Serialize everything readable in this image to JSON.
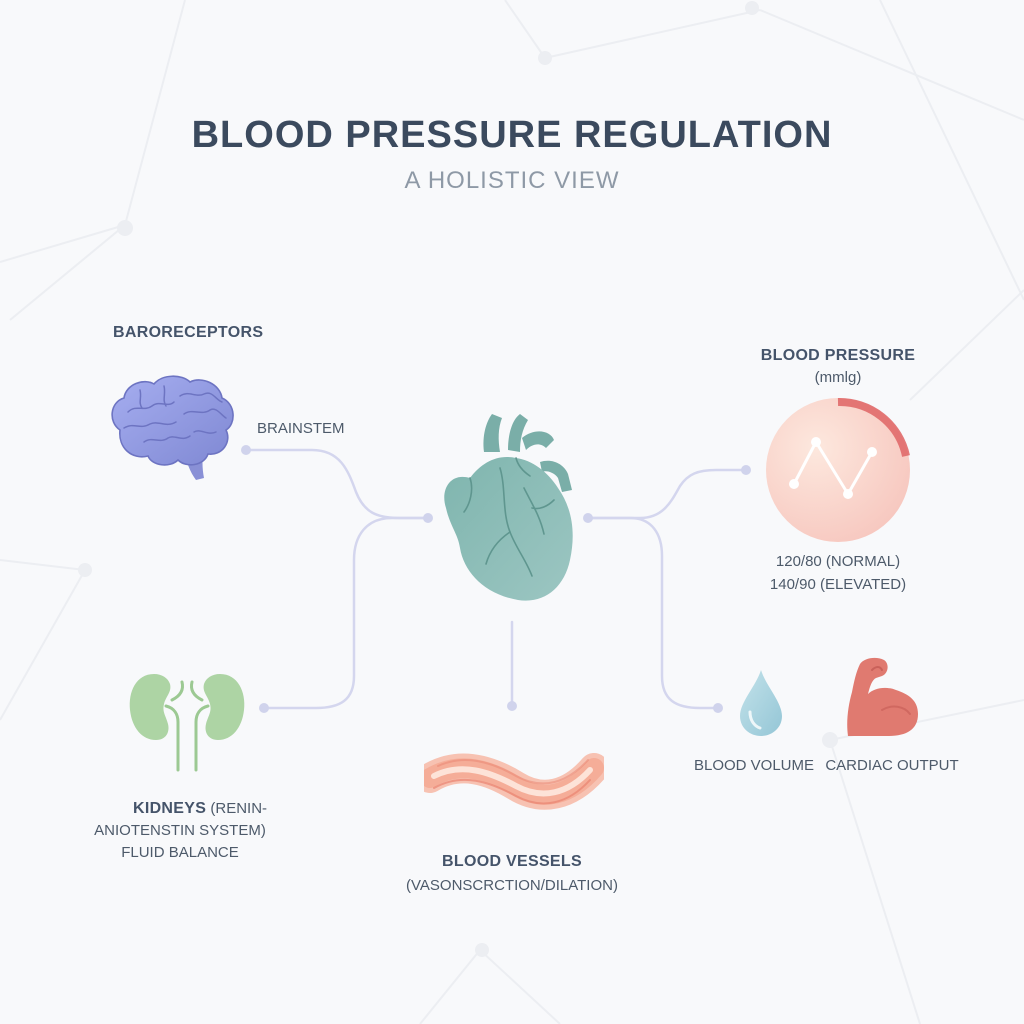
{
  "header": {
    "title": "BLOOD PRESSURE REGULATION",
    "subtitle": "A HOLISTIC VIEW"
  },
  "nodes": {
    "baroreceptors": {
      "label": "BARORECEPTORS",
      "sublabel": "BRAINSTEM",
      "icon": "brain-icon"
    },
    "kidneys": {
      "label_bold": "KIDNEYS",
      "label_line1_rest": " (RENIN-",
      "label_line2": "ANIOTENSTIN SYSTEM)",
      "label_line3": "FLUID BALANCE",
      "icon": "kidneys-icon"
    },
    "heart": {
      "icon": "heart-icon"
    },
    "blood_vessels": {
      "label": "BLOOD VESSELS",
      "sublabel": "(VASONSCRCTION/DILATION)",
      "icon": "blood-vessel-icon"
    },
    "blood_pressure": {
      "label": "BLOOD PRESSURE",
      "unit": "(mmlg)",
      "reading_normal": "120/80 (NORMAL)",
      "reading_elevated": "140/90 (ELEVATED)",
      "icon": "pressure-gauge-icon"
    },
    "blood_volume": {
      "label": "BLOOD VOLUME",
      "icon": "water-drop-icon"
    },
    "cardiac_output": {
      "label": "CARDIAC OUTPUT",
      "icon": "flexed-arm-icon"
    }
  },
  "colors": {
    "heart": "#88bab5",
    "brain": "#8e97dc",
    "kidney": "#a8d1a0",
    "vessel": "#f2a68f",
    "gauge_accent": "#e06a6a",
    "drop": "#a9d3e0",
    "muscle": "#e07a70",
    "connector": "#d4d6ee"
  }
}
